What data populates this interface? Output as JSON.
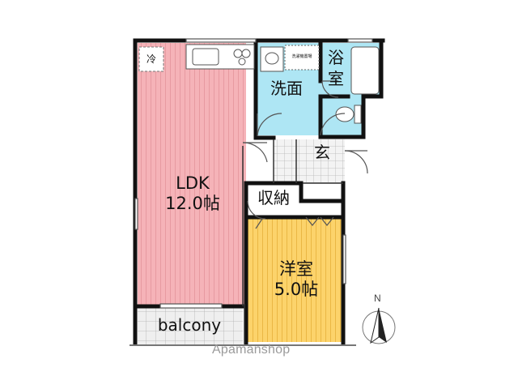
{
  "rooms": {
    "ldk": {
      "name": "LDK",
      "area": "12.0帖",
      "color": "#f5b3b8"
    },
    "western_room": {
      "name": "洋室",
      "area": "5.0帖",
      "color": "#fcd36b"
    },
    "washroom": {
      "name": "洗面",
      "color": "#aee6f4"
    },
    "bathroom": {
      "name": "浴室",
      "color": "#aee6f4"
    },
    "entrance": {
      "name": "玄"
    },
    "storage": {
      "name": "収納"
    },
    "balcony": {
      "name": "balcony"
    }
  },
  "fixtures": {
    "fridge": "冷",
    "washer": "洗濯機置場"
  },
  "compass": {
    "label": "N"
  },
  "watermark": "Apamanshop"
}
